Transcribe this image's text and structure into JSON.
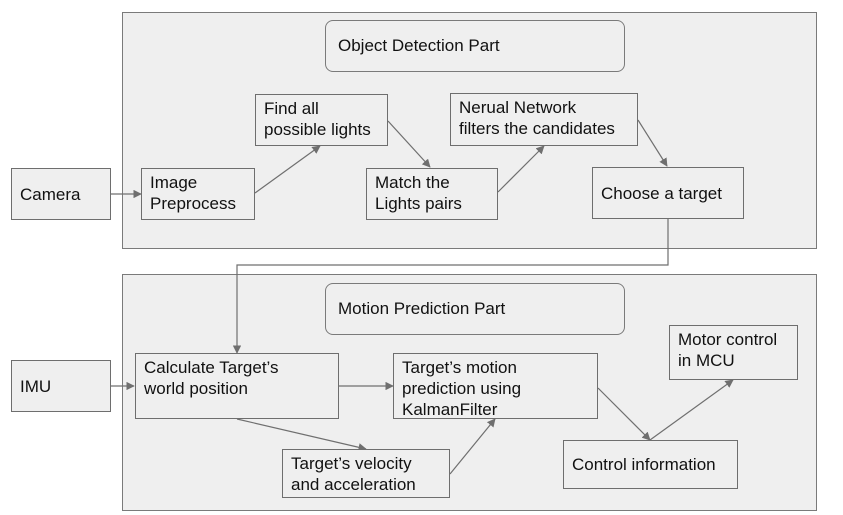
{
  "groups": {
    "detection_title": "Object Detection Part",
    "motion_title": "Motion Prediction Part"
  },
  "nodes": {
    "camera": "Camera",
    "image_preprocess": "Image\nPreprocess",
    "find_lights": "Find all\npossible lights",
    "match_lights": "Match the\nLights pairs",
    "neural_network": "Nerual Network\nfilters the candidates",
    "choose_target": "Choose a target",
    "imu": "IMU",
    "calc_world_position": "Calculate Target’s\nworld position",
    "motion_prediction": "Target’s motion\nprediction using\nKalmanFilter",
    "velocity_acceleration": "Target’s velocity\nand acceleration",
    "control_information": "Control information",
    "motor_control": "Motor control\nin MCU"
  },
  "colors": {
    "fill": "#efefef",
    "stroke": "#6e6e6e",
    "arrow": "#6f6f6f"
  }
}
